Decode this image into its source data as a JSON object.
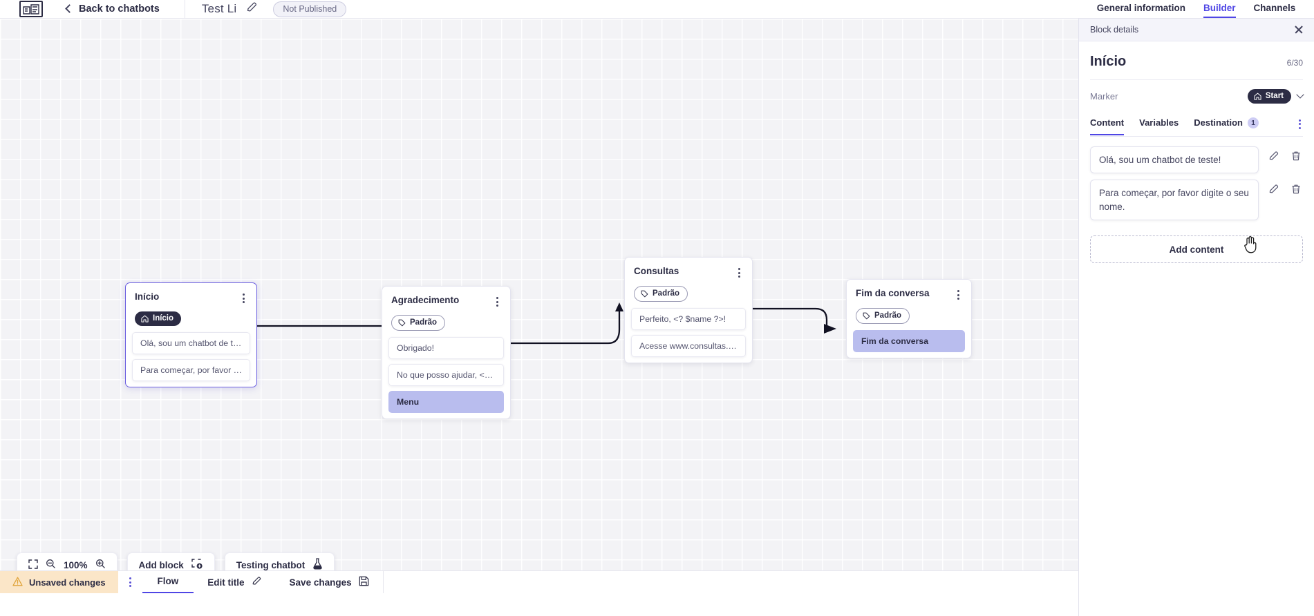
{
  "header": {
    "logo_icon": "chatbot-logo-icon",
    "back_label": "Back to chatbots",
    "bot_title": "Test Li",
    "edit_icon": "pencil-icon",
    "status_badge": "Not Published",
    "tabs": [
      {
        "label": "General information",
        "active": false
      },
      {
        "label": "Builder",
        "active": true
      },
      {
        "label": "Channels",
        "active": false
      }
    ]
  },
  "canvas": {
    "toolbar": {
      "fit_icon": "fit-screen-icon",
      "zoom_out_icon": "zoom-out-icon",
      "zoom_level": "100%",
      "zoom_in_icon": "zoom-in-icon",
      "add_block_label": "Add block",
      "add_block_icon": "add-block-icon",
      "testing_label": "Testing chatbot",
      "testing_icon": "flask-icon"
    },
    "blocks": [
      {
        "title": "Início",
        "tag": "Início",
        "tag_style": "dark",
        "tag_icon": "home-icon",
        "selected": true,
        "items": [
          {
            "text": "Olá, sou um chatbot de teste!",
            "style": "plain"
          },
          {
            "text": "Para começar, por favor digite o …",
            "style": "plain"
          }
        ]
      },
      {
        "title": "Agradecimento",
        "tag": "Padrão",
        "tag_style": "outline",
        "tag_icon": "tag-icon",
        "selected": false,
        "items": [
          {
            "text": "Obrigado!",
            "style": "plain"
          },
          {
            "text": "No que posso ajudar, <? $name …",
            "style": "plain"
          },
          {
            "text": "Menu",
            "style": "menu"
          }
        ]
      },
      {
        "title": "Consultas",
        "tag": "Padrão",
        "tag_style": "outline",
        "tag_icon": "tag-icon",
        "selected": false,
        "items": [
          {
            "text": "Perfeito, <? $name ?>!",
            "style": "plain"
          },
          {
            "text": "Acesse www.consultas.com par…",
            "style": "plain"
          }
        ]
      },
      {
        "title": "Fim da conversa",
        "tag": "Padrão",
        "tag_style": "outline",
        "tag_icon": "tag-icon",
        "selected": false,
        "items": [
          {
            "text": "Fim da conversa",
            "style": "menu"
          }
        ]
      }
    ]
  },
  "footer": {
    "unsaved_label": "Unsaved changes",
    "warning_icon": "warning-triangle-icon",
    "kebab_icon": "more-vertical-icon",
    "flow_label": "Flow",
    "edit_title_label": "Edit title",
    "edit_title_icon": "pencil-icon",
    "save_label": "Save changes",
    "save_icon": "floppy-disk-icon"
  },
  "panel": {
    "header_label": "Block details",
    "close_icon": "close-icon",
    "block_name": "Início",
    "char_counter": "6/30",
    "marker_label": "Marker",
    "marker_value": "Start",
    "marker_icon": "home-icon",
    "marker_chevron": "chevron-down-icon",
    "tabs": [
      {
        "label": "Content",
        "active": true,
        "badge": null
      },
      {
        "label": "Variables",
        "active": false,
        "badge": null
      },
      {
        "label": "Destination",
        "active": false,
        "badge": "1"
      }
    ],
    "tabs_kebab": "more-vertical-icon",
    "contents": [
      {
        "text": "Olá, sou um chatbot de teste!",
        "edit_icon": "pencil-icon",
        "delete_icon": "trash-icon"
      },
      {
        "text": "Para começar, por favor digite o seu nome.",
        "edit_icon": "pencil-icon",
        "delete_icon": "trash-icon"
      }
    ],
    "add_content_label": "Add content"
  },
  "colors": {
    "accent": "#4f46e5",
    "dark": "#2c2c44",
    "menu_highlight": "#b9bdee",
    "warning_bg": "#fbe6c8"
  }
}
